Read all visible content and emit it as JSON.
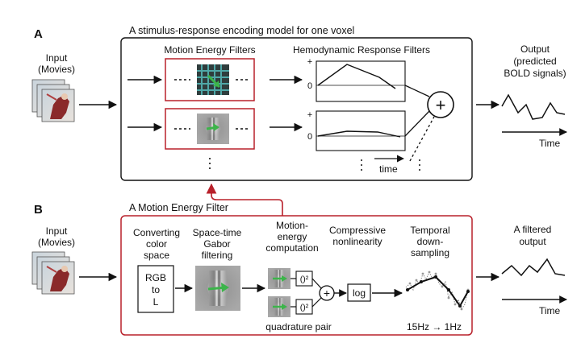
{
  "panel_a": {
    "letter": "A",
    "title": "A stimulus-response encoding model for one voxel",
    "input_label_1": "Input",
    "input_label_2": "(Movies)",
    "motion_filters_title": "Motion Energy Filters",
    "hrf_title": "Hemodynamic Response Filters",
    "plus_label": "+",
    "zero_label": "0",
    "time_label": "time",
    "output_label_1": "Output",
    "output_label_2": "(predicted",
    "output_label_3": "BOLD signals)",
    "output_time_label": "Time",
    "sum_symbol": "+"
  },
  "panel_b": {
    "letter": "B",
    "title": "A Motion Energy Filter",
    "input_label_1": "Input",
    "input_label_2": "(Movies)",
    "step_color_1": "Converting",
    "step_color_2": "color",
    "step_color_3": "space",
    "step_gabor_1": "Space-time",
    "step_gabor_2": "Gabor",
    "step_gabor_3": "filtering",
    "step_energy_1": "Motion-",
    "step_energy_2": "energy",
    "step_energy_3": "computation",
    "step_compress_1": "Compressive",
    "step_compress_2": "nonlinearity",
    "step_down_1": "Temporal",
    "step_down_2": "down-",
    "step_down_3": "sampling",
    "rgb_1": "RGB",
    "rgb_2": "to",
    "rgb_3": "L",
    "square_label": "()²",
    "sum_symbol": "+",
    "log_label": "log",
    "quadrature_label": "quadrature pair",
    "rate_label": "15Hz → 1Hz",
    "output_label_1": "A filtered",
    "output_label_2": "output",
    "output_time_label": "Time"
  },
  "colors": {
    "red": "#b8202a",
    "dark": "#111111",
    "gabor_green": "#3cb44a",
    "grid_teal": "#4fa8a8"
  }
}
